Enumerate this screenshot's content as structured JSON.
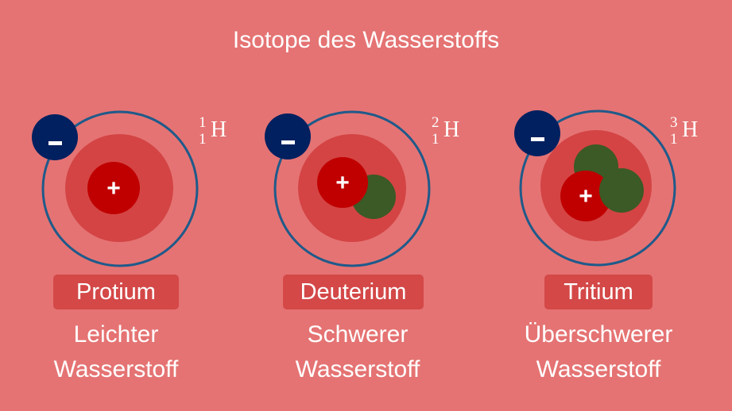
{
  "title": "Isotope des Wasserstoffs",
  "colors": {
    "background": "#e57373",
    "shell": "#d44444",
    "proton": "#c00000",
    "neutron": "#3b5a25",
    "electron": "#002060",
    "orbit": "#1f5a8a",
    "label_box": "#d44848"
  },
  "isotopes": [
    {
      "name": "Protium",
      "line1": "Leichter",
      "line2": "Wasserstoff",
      "mass": "1",
      "atomic": "1",
      "symbol": "H",
      "neutrons": 0,
      "electron_sign": "-",
      "proton_sign": "+"
    },
    {
      "name": "Deuterium",
      "line1": "Schwerer",
      "line2": "Wasserstoff",
      "mass": "2",
      "atomic": "1",
      "symbol": "H",
      "neutrons": 1,
      "electron_sign": "-",
      "proton_sign": "+"
    },
    {
      "name": "Tritium",
      "line1": "Überschwerer",
      "line2": "Wasserstoff",
      "mass": "3",
      "atomic": "1",
      "symbol": "H",
      "neutrons": 2,
      "electron_sign": "-",
      "proton_sign": "+"
    }
  ]
}
